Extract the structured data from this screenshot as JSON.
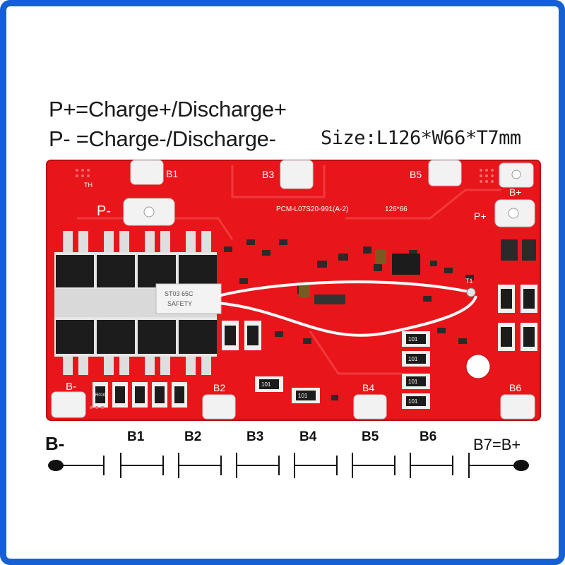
{
  "header": {
    "line1": "P+=Charge+/Discharge+",
    "line2": "P- =Charge-/Discharge-",
    "size": "Size:L126*W66*T7mm"
  },
  "board": {
    "color": "#e8161b",
    "pcb_code": "PCM-L07S20-991(A-2)",
    "dims": "126*66",
    "pad_labels": [
      "B1",
      "B2",
      "B3",
      "B4",
      "B5",
      "B6",
      "B-",
      "B+",
      "P-",
      "P+",
      "TH"
    ],
    "sensor_label": [
      "ST03 65C",
      "SAFETY"
    ],
    "resistor_marking": "101",
    "fet_marking": "R010",
    "thermistor_label": "T1"
  },
  "diagram": {
    "b_minus": "B-",
    "cells": [
      "B1",
      "B2",
      "B3",
      "B4",
      "B5",
      "B6"
    ],
    "b7": "B7=B+"
  },
  "colors": {
    "frame": "#1560d4",
    "pcb": "#e8161b",
    "fet": "#1c1c1c",
    "pad": "#f2f2f2"
  }
}
